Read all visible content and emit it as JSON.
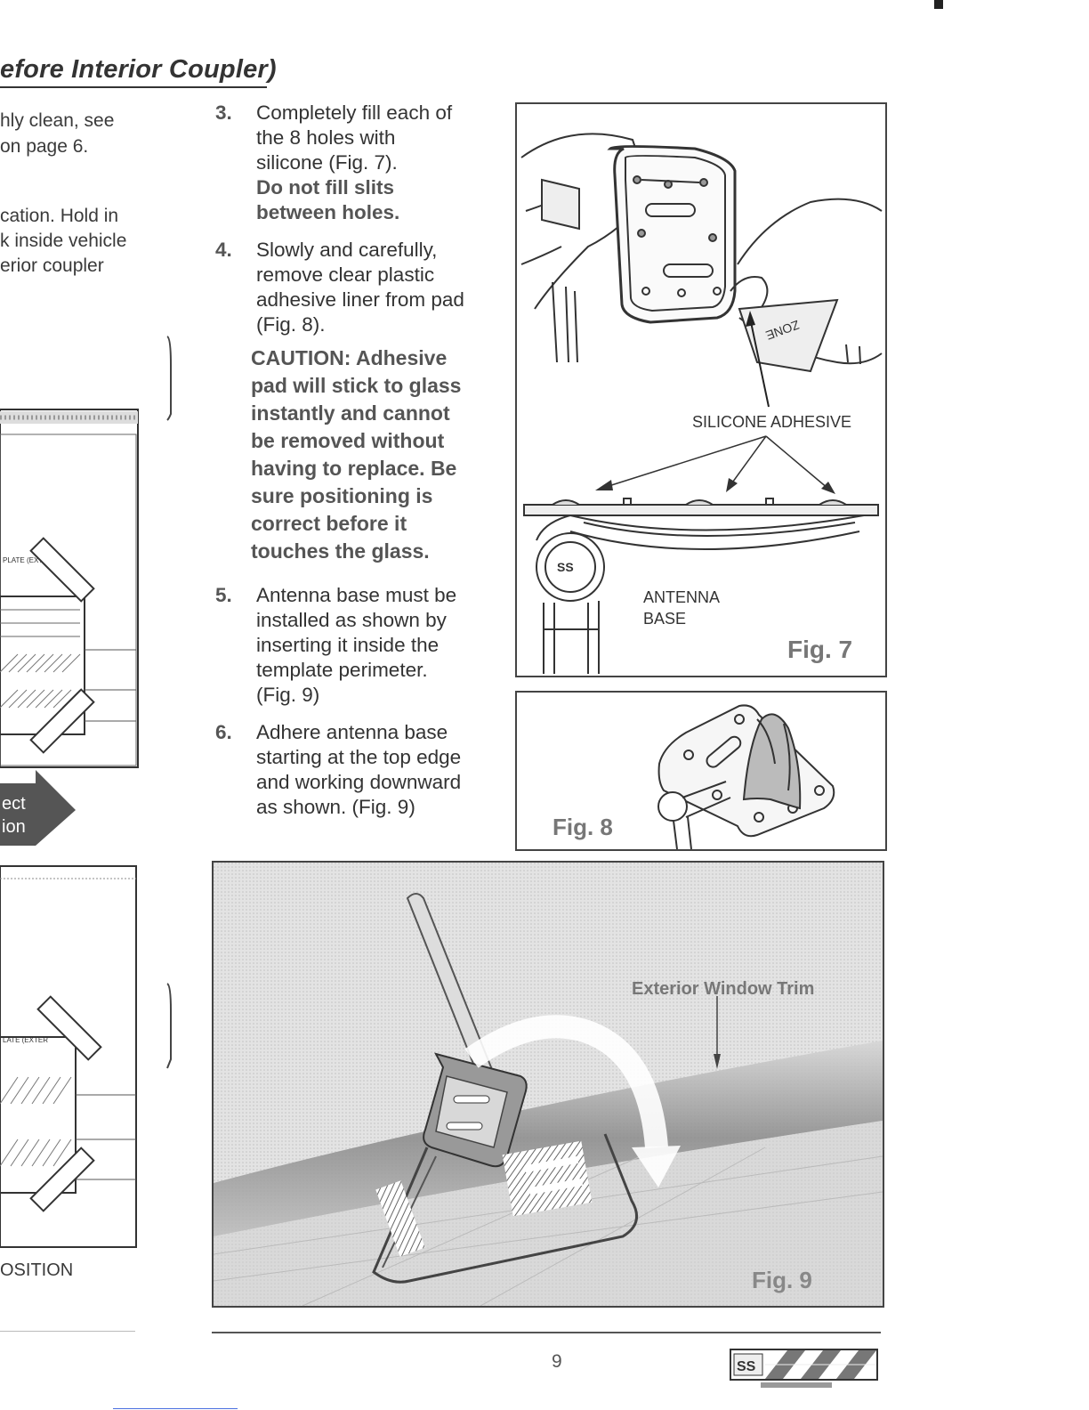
{
  "header": {
    "title": "efore Interior Coupler)"
  },
  "left_column": {
    "fragments": [
      "hly clean, see",
      "on page 6.",
      "cation. Hold in",
      "k inside vehicle",
      "erior coupler"
    ],
    "template_labels": [
      "PLATE (EXTER",
      "LATE (EXTER"
    ],
    "arrow_text": [
      "ect",
      "ion"
    ],
    "position_caption": "OSITION"
  },
  "steps": [
    {
      "num": "3.",
      "lines": [
        "Completely fill each of",
        "the 8 holes with",
        "silicone (Fig. 7)."
      ],
      "bold_lines": [
        "Do not fill slits",
        "between holes."
      ]
    },
    {
      "num": "4.",
      "lines": [
        "Slowly and carefully,",
        "remove clear plastic",
        "adhesive liner from pad",
        "(Fig. 8)."
      ]
    },
    {
      "num": "5.",
      "lines": [
        "Antenna base must be",
        "installed as shown by",
        "inserting it inside the",
        "template perimeter.",
        "(Fig. 9)"
      ]
    },
    {
      "num": "6.",
      "lines": [
        "Adhere antenna base",
        "starting at the top edge",
        "and working downward",
        "as shown. (Fig. 9)"
      ]
    }
  ],
  "caution": [
    "CAUTION: Adhesive",
    "pad will stick to glass",
    "instantly and cannot",
    "be removed without",
    "having to replace. Be",
    "sure positioning is",
    "correct before it",
    "touches the glass."
  ],
  "fig7": {
    "label": "Fig. 7",
    "silicone_label": "SILICONE ADHESIVE",
    "antenna_label_1": "ANTENNA",
    "antenna_label_2": "BASE"
  },
  "fig8": {
    "label": "Fig. 8"
  },
  "fig9": {
    "label": "Fig. 9",
    "trim_label": "Exterior Window Trim"
  },
  "footer": {
    "page_number": "9"
  }
}
